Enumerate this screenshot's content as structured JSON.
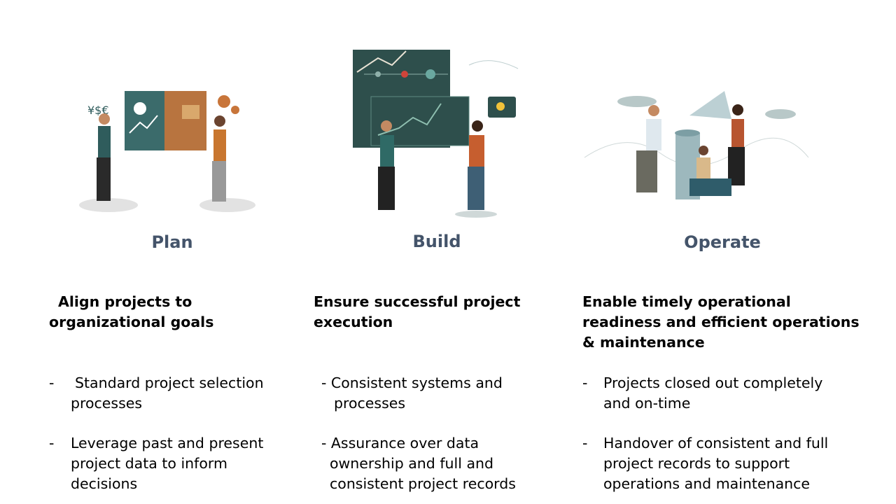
{
  "columns": [
    {
      "title": "Plan",
      "goal": [
        "Align projects to",
        "organizational goals"
      ],
      "bullets": [
        [
          "Standard project selection",
          "processes"
        ],
        [
          "Leverage past and present",
          "project data to inform",
          "decisions"
        ]
      ]
    },
    {
      "title": "Build",
      "goal": [
        "Ensure successful project",
        "execution"
      ],
      "bullets": [
        [
          "- Consistent systems and",
          "processes"
        ],
        [
          "- Assurance over data",
          "ownership and full and",
          "consistent project records"
        ]
      ]
    },
    {
      "title": "Operate",
      "goal": [
        "Enable timely operational",
        "readiness and efficient operations",
        "& maintenance"
      ],
      "bullets": [
        [
          "Projects closed out completely",
          "and on-time"
        ],
        [
          "Handover of consistent and full",
          "project records to support",
          "operations and maintenance"
        ]
      ]
    }
  ],
  "dash": "-",
  "colors": {
    "heading": "#44546A",
    "teal": "#2F5C5C",
    "orange": "#B86A35"
  }
}
